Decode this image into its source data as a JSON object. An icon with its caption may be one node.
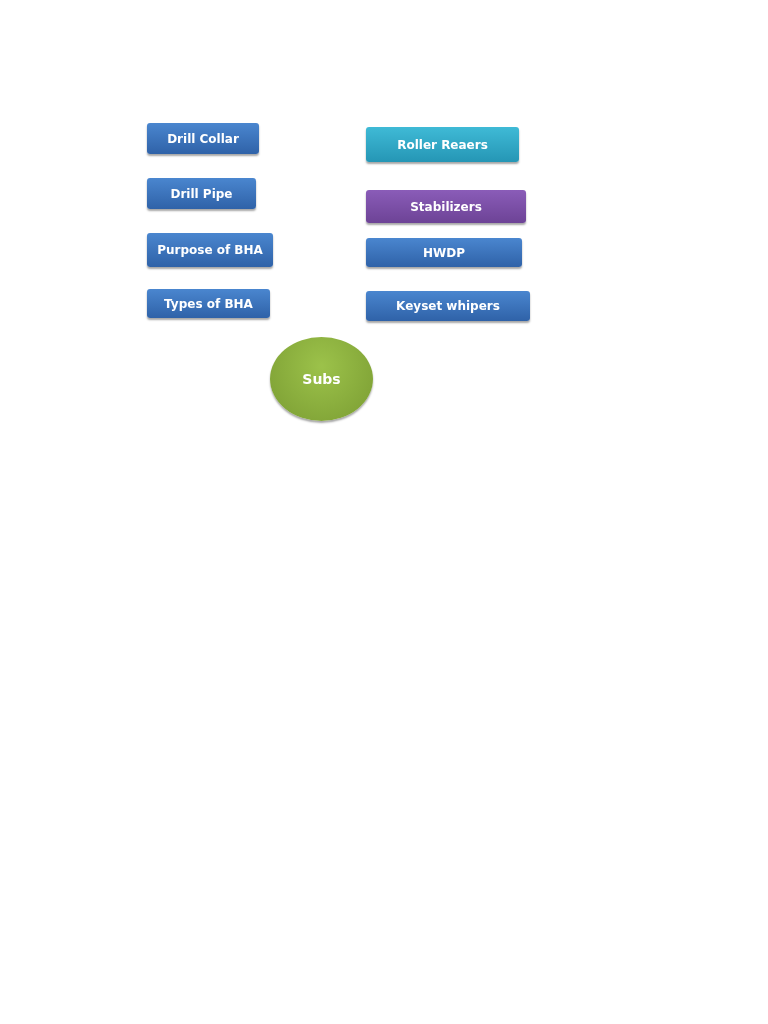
{
  "diagram": {
    "nodes": [
      {
        "text": [
          "Drill Collar"
        ]
      },
      {
        "text": [
          "Drill Pipe"
        ]
      },
      {
        "text": [
          "Purpose of BHA"
        ]
      },
      {
        "text": [
          "Types of BHA"
        ]
      },
      {
        "text": [
          "Roller Reaers"
        ]
      },
      {
        "text": [
          "Stabilizers"
        ]
      },
      {
        "text": [
          "HWDP"
        ]
      },
      {
        "text": [
          "Keyset whipers"
        ]
      },
      {
        "text": [
          "Subs"
        ]
      }
    ]
  }
}
